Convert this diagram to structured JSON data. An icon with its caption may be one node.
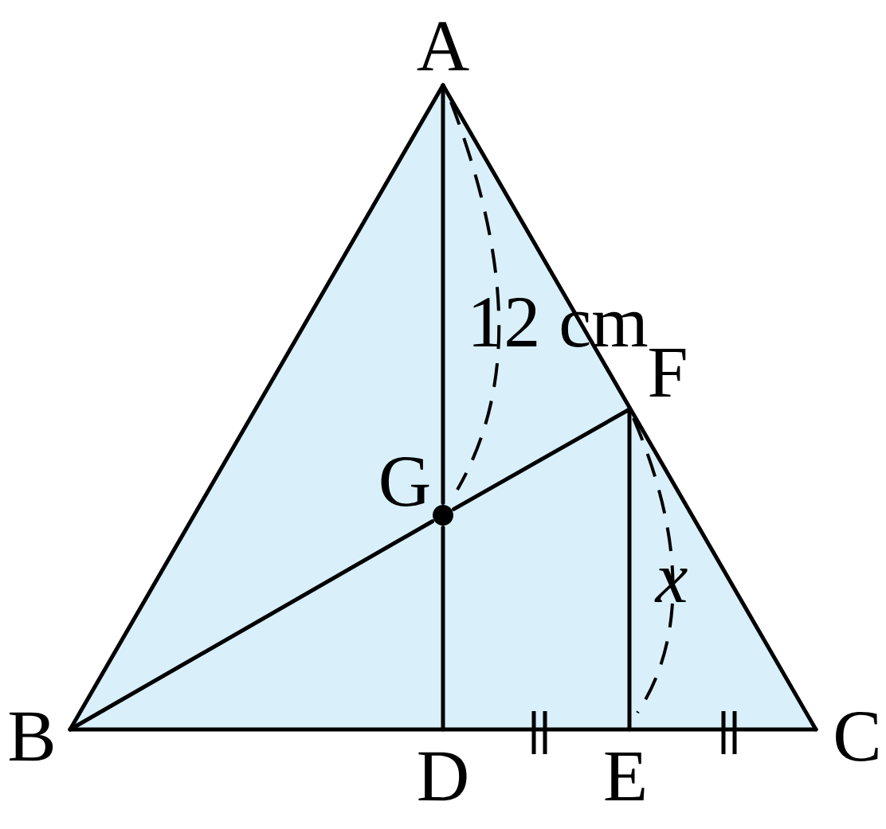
{
  "diagram": {
    "nodes": [
      {
        "text": [
          "A"
        ]
      },
      {
        "text": [
          "B"
        ]
      },
      {
        "text": [
          "C"
        ]
      },
      {
        "text": [
          "D"
        ]
      },
      {
        "text": [
          "E"
        ]
      },
      {
        "text": [
          "F"
        ]
      },
      {
        "text": [
          "G"
        ]
      }
    ],
    "edges": [
      {
        "from": 0,
        "to": 1,
        "arrow": "none"
      },
      {
        "from": 1,
        "to": 2,
        "arrow": "none"
      },
      {
        "from": 2,
        "to": 0,
        "arrow": "none"
      },
      {
        "from": 0,
        "to": 6,
        "arrow": "none"
      },
      {
        "from": 6,
        "to": 3,
        "arrow": "none"
      },
      {
        "from": 1,
        "to": 6,
        "arrow": "none"
      },
      {
        "from": 6,
        "to": 5,
        "arrow": "none"
      },
      {
        "from": 5,
        "to": 4,
        "arrow": "none"
      }
    ],
    "labels": [
      "12 cm",
      "x"
    ]
  }
}
